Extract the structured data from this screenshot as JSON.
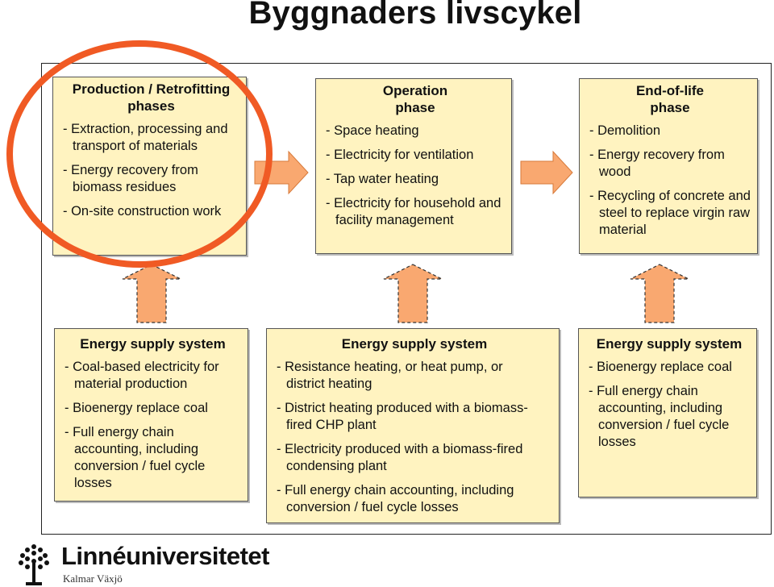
{
  "title": "Byggnaders livscykel",
  "phases": [
    {
      "heading": "Production / Retrofitting phases",
      "items": [
        "Extraction, processing and transport of materials",
        "Energy recovery from biomass residues",
        "On-site construction work"
      ]
    },
    {
      "heading": "Operation phase",
      "items": [
        "Space heating",
        "Electricity for ventilation",
        "Tap water heating",
        "Electricity for household and facility management"
      ]
    },
    {
      "heading": "End-of-life phase",
      "items": [
        "Demolition",
        "Energy recovery from wood",
        "Recycling  of concrete and steel to replace virgin raw material"
      ]
    }
  ],
  "supply": [
    {
      "heading": "Energy supply system",
      "items": [
        "Coal-based electricity for material production",
        "Bioenergy replace coal",
        "Full energy chain accounting, including conversion / fuel cycle losses"
      ]
    },
    {
      "heading": "Energy supply system",
      "items": [
        "Resistance heating, or heat pump, or district heating",
        "District heating produced with a biomass-fired CHP plant",
        "Electricity produced with a biomass-fired condensing plant",
        "Full energy chain accounting, including conversion / fuel cycle losses"
      ]
    },
    {
      "heading": "Energy supply system",
      "items": [
        "Bioenergy replace coal",
        "Full energy chain accounting, including conversion / fuel cycle losses"
      ]
    }
  ],
  "logo": {
    "name": "Linnéuniversitetet",
    "sub": "Kalmar Växjö"
  },
  "colors": {
    "box_fill": "#fff3c0",
    "arrow_fill": "#f9a870",
    "highlight_circle": "#f05a24"
  }
}
